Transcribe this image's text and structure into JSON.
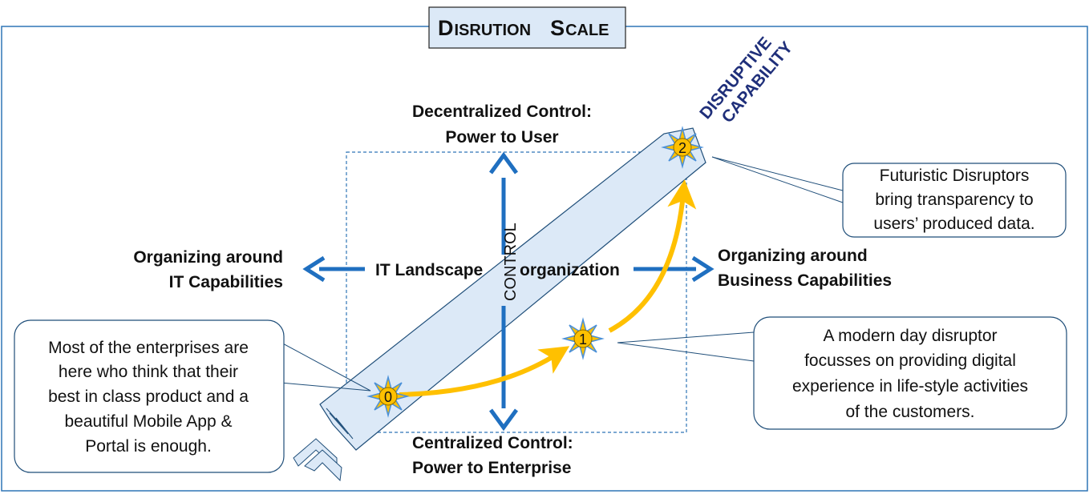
{
  "title": {
    "initial1": "D",
    "rest1": "ISRUTION",
    "initial2": "S",
    "rest2": "CALE"
  },
  "axes": {
    "top": {
      "line1": "Decentralized Control:",
      "line2": "Power to User"
    },
    "bottom": {
      "line1": "Centralized Control:",
      "line2": "Power to Enterprise"
    },
    "left": {
      "line1": "Organizing around",
      "line2": "IT Capabilities"
    },
    "right": {
      "line1": "Organizing around",
      "line2": "Business Capabilities"
    }
  },
  "center": {
    "left": "IT Landscape",
    "right": "organization",
    "vertical": "CONTROL"
  },
  "diagonal": {
    "line1": "DISRUPTIVE",
    "line2": "CAPABILITY"
  },
  "markers": [
    {
      "label": "0"
    },
    {
      "label": "1"
    },
    {
      "label": "2"
    }
  ],
  "callouts": {
    "left": {
      "lines": [
        "Most of the enterprises are",
        "here who think that their",
        "best in class product and a",
        "beautiful Mobile App &",
        "Portal is enough."
      ]
    },
    "right_mid": {
      "lines": [
        "A modern day disruptor",
        "focusses on providing digital",
        "experience in life-style activities",
        "of the customers."
      ]
    },
    "right_top": {
      "lines": [
        "Futuristic Disruptors",
        "bring transparency to",
        "users’ produced data."
      ]
    }
  },
  "colors": {
    "frame": "#2e75b6",
    "arrow_blue": "#1f6fc0",
    "band_fill": "#dce9f7",
    "band_stroke": "#1f4e79",
    "title_fill": "#dce9f7",
    "yellow": "#ffc000",
    "sun_ray": "#4a90d9",
    "diagonal_text": "#1f2f7a"
  }
}
